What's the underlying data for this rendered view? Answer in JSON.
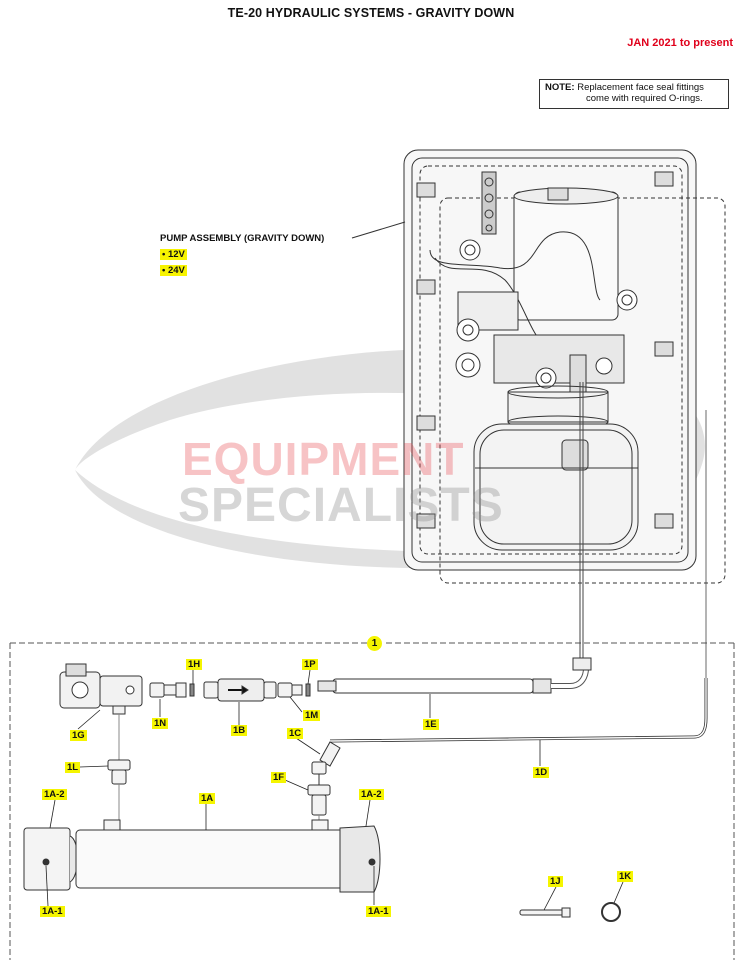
{
  "header": {
    "title": "TE-20 HYDRAULIC SYSTEMS - GRAVITY DOWN",
    "date_range": "JAN 2021 to present"
  },
  "note": {
    "label": "NOTE:",
    "line1": "Replacement face seal fittings",
    "line2": "come with required O-rings."
  },
  "pump": {
    "label": "PUMP ASSEMBLY (GRAVITY DOWN)",
    "options": [
      "12V",
      "24V"
    ]
  },
  "watermark": {
    "line1": "EQUIPMENT",
    "line2": "SPECIALISTS",
    "color_red": "#e8474f",
    "color_gray": "#8c8c8c"
  },
  "callouts": {
    "c1": "1",
    "c1H": "1H",
    "c1P": "1P",
    "c1G": "1G",
    "c1N": "1N",
    "c1B": "1B",
    "c1M": "1M",
    "c1E": "1E",
    "c1C": "1C",
    "c1D": "1D",
    "c1L": "1L",
    "c1F": "1F",
    "c1A2a": "1A-2",
    "c1A": "1A",
    "c1A2b": "1A-2",
    "c1A1a": "1A-1",
    "c1A1b": "1A-1",
    "c1J": "1J",
    "c1K": "1K"
  },
  "colors": {
    "accent_red": "#e0001b",
    "highlight": "#f5f500"
  }
}
